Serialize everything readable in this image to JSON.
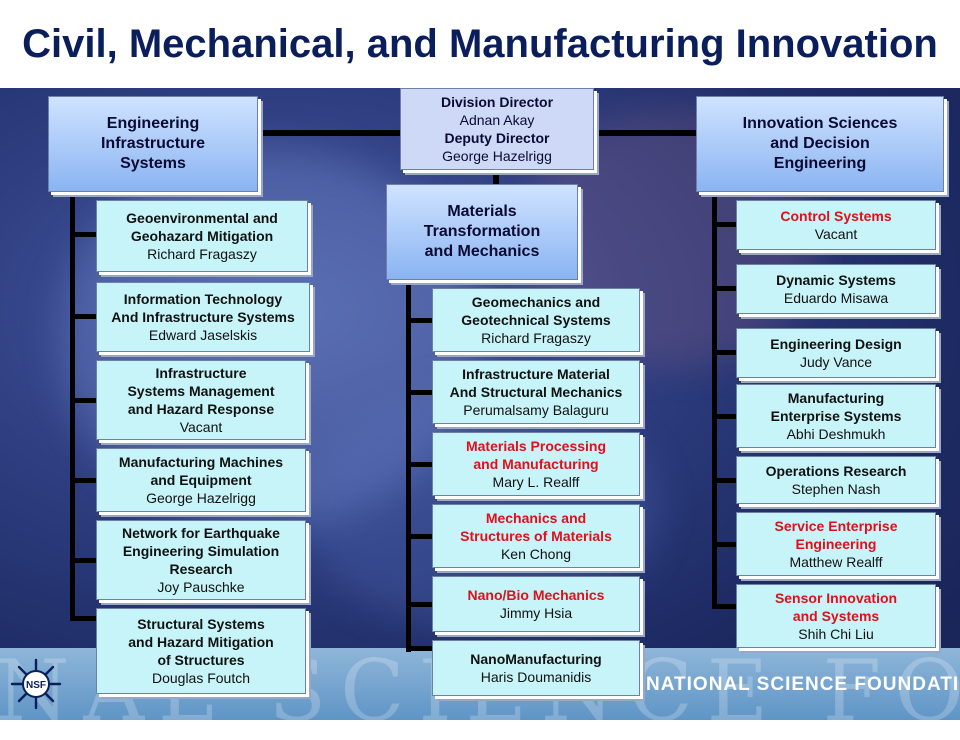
{
  "title": "Civil, Mechanical, and Manufacturing Innovation",
  "director": {
    "title1": "Division Director",
    "name1": "Adnan Akay",
    "title2": "Deputy Director",
    "name2": "George Hazelrigg"
  },
  "columns": {
    "left": {
      "head": [
        "Engineering",
        "Infrastructure",
        "Systems"
      ],
      "programs": [
        {
          "lines": [
            "Geoenvironmental and",
            "Geohazard Mitigation"
          ],
          "name": "Richard Fragaszy"
        },
        {
          "lines": [
            "Information Technology",
            "And Infrastructure Systems"
          ],
          "name": "Edward Jaselskis"
        },
        {
          "lines": [
            "Infrastructure",
            "Systems Management",
            "and Hazard Response"
          ],
          "name": "Vacant"
        },
        {
          "lines": [
            "Manufacturing Machines",
            "and Equipment"
          ],
          "name": "George Hazelrigg"
        },
        {
          "lines": [
            "Network for Earthquake",
            "Engineering Simulation",
            "Research"
          ],
          "name": "Joy Pauschke"
        },
        {
          "lines": [
            "Structural Systems",
            "and Hazard Mitigation",
            "of Structures"
          ],
          "name": "Douglas Foutch"
        }
      ]
    },
    "middle": {
      "head": [
        "Materials",
        "Transformation",
        "and Mechanics"
      ],
      "programs": [
        {
          "lines": [
            "Geomechanics and",
            "Geotechnical Systems"
          ],
          "name": "Richard Fragaszy"
        },
        {
          "lines": [
            "Infrastructure Material",
            "And Structural Mechanics"
          ],
          "name": "Perumalsamy Balaguru"
        },
        {
          "lines": [
            "Materials Processing",
            "and Manufacturing"
          ],
          "name": "Mary L. Realff"
        },
        {
          "lines": [
            "Mechanics and",
            "Structures of Materials"
          ],
          "name": "Ken Chong"
        },
        {
          "lines": [
            "Nano/Bio Mechanics"
          ],
          "name": "Jimmy Hsia"
        },
        {
          "lines": [
            "NanoManufacturing"
          ],
          "name": "Haris Doumanidis"
        }
      ]
    },
    "right": {
      "head": [
        "Innovation Sciences",
        "and Decision",
        "Engineering"
      ],
      "programs": [
        {
          "lines": [
            "Control Systems"
          ],
          "name": "Vacant"
        },
        {
          "lines": [
            "Dynamic Systems"
          ],
          "name": "Eduardo Misawa"
        },
        {
          "lines": [
            "Engineering Design"
          ],
          "name": "Judy Vance"
        },
        {
          "lines": [
            "Manufacturing",
            "Enterprise Systems"
          ],
          "name": "Abhi Deshmukh"
        },
        {
          "lines": [
            "Operations Research"
          ],
          "name": "Stephen Nash"
        },
        {
          "lines": [
            "Service Enterprise",
            "Engineering"
          ],
          "name": "Matthew Realff"
        },
        {
          "lines": [
            "Sensor Innovation",
            "and Systems"
          ],
          "name": "Shih Chi Liu"
        }
      ]
    }
  },
  "footer": {
    "watermark": "NAL SCIENCE FOUND",
    "org": "NATIONAL SCIENCE FOUNDATION",
    "seal_text": "NSF"
  },
  "colors": {
    "highlight": "#e0101a",
    "program_box": "#c6f4f8",
    "head_box": "#8ab4f2"
  }
}
